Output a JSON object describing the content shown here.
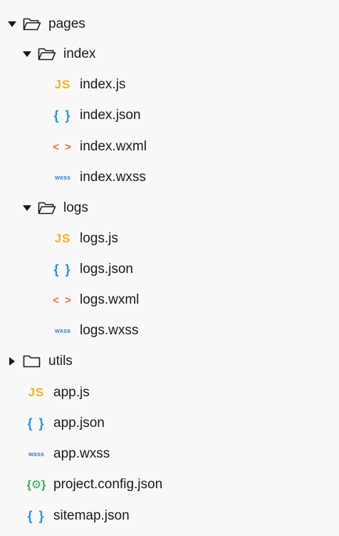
{
  "tree": {
    "pages": {
      "label": "pages",
      "index": {
        "label": "index",
        "files": [
          {
            "label": "index.js",
            "icon": "JS"
          },
          {
            "label": "index.json",
            "icon": "{ }"
          },
          {
            "label": "index.wxml",
            "icon": "< >"
          },
          {
            "label": "index.wxss",
            "icon": "wxss"
          }
        ]
      },
      "logs": {
        "label": "logs",
        "files": [
          {
            "label": "logs.js",
            "icon": "JS"
          },
          {
            "label": "logs.json",
            "icon": "{ }"
          },
          {
            "label": "logs.wxml",
            "icon": "< >"
          },
          {
            "label": "logs.wxss",
            "icon": "wxss"
          }
        ]
      }
    },
    "utils": {
      "label": "utils"
    },
    "root_files": [
      {
        "label": "app.js",
        "icon": "JS"
      },
      {
        "label": "app.json",
        "icon": "{ }"
      },
      {
        "label": "app.wxss",
        "icon": "wxss"
      },
      {
        "label": "project.config.json",
        "icon": "{⚙}"
      },
      {
        "label": "sitemap.json",
        "icon": "{ }"
      }
    ]
  },
  "colors": {
    "js": "#f5b21a",
    "json": "#1e96d8",
    "wxml": "#ee6b2e",
    "wxss": "#3a7bd5",
    "config": "#2fa84f"
  }
}
